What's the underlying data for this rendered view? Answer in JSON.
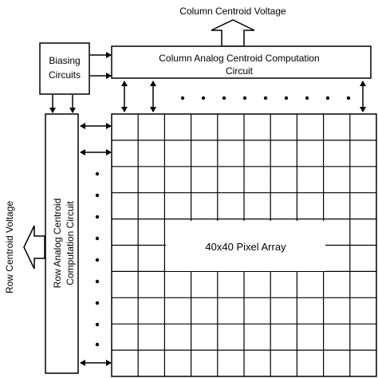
{
  "labels": {
    "column_voltage": "Column Centroid Voltage",
    "biasing_line1": "Biasing",
    "biasing_line2": "Circuits",
    "column_circuit_line1": "Column Analog Centroid Computation",
    "column_circuit_line2": "Circuit",
    "row_circuit_line1": "Row Analog Centroid",
    "row_circuit_line2": "Computation Circuit",
    "row_voltage": "Row Centroid Voltage",
    "pixel_array": "40x40 Pixel Array"
  },
  "grid": {
    "columns": 10,
    "rows": 10
  },
  "colors": {
    "stroke": "#000000",
    "background": "#ffffff"
  }
}
